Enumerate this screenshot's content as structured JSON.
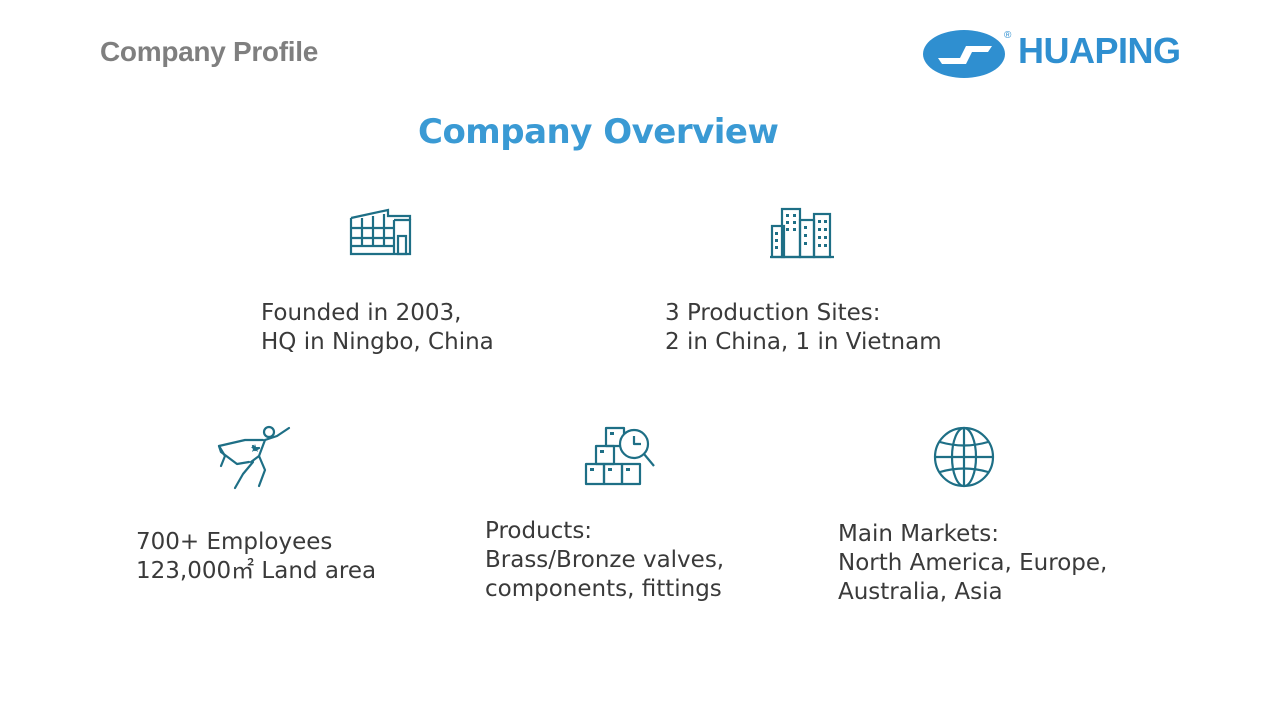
{
  "header": {
    "section_title": "Company Profile"
  },
  "logo": {
    "brand_name": "HUAPING",
    "registered_mark": "®",
    "brand_color": "#2f8fd0"
  },
  "main": {
    "title": "Company Overview",
    "title_color": "#3a9ad4"
  },
  "icon_color": "#1e6f86",
  "items": [
    {
      "icon": "factory-icon",
      "lines": [
        "Founded in 2003,",
        "HQ in Ningbo, China"
      ]
    },
    {
      "icon": "buildings-icon",
      "lines": [
        "3 Production Sites:",
        "2 in China, 1 in Vietnam"
      ]
    },
    {
      "icon": "superhero-icon",
      "lines": [
        "700+ Employees",
        "123,000㎡ Land area"
      ]
    },
    {
      "icon": "boxes-clock-icon",
      "lines": [
        "Products:",
        "Brass/Bronze valves,",
        "components, fittings"
      ]
    },
    {
      "icon": "globe-icon",
      "lines": [
        "Main Markets:",
        "North America, Europe,",
        "Australia, Asia"
      ]
    }
  ]
}
